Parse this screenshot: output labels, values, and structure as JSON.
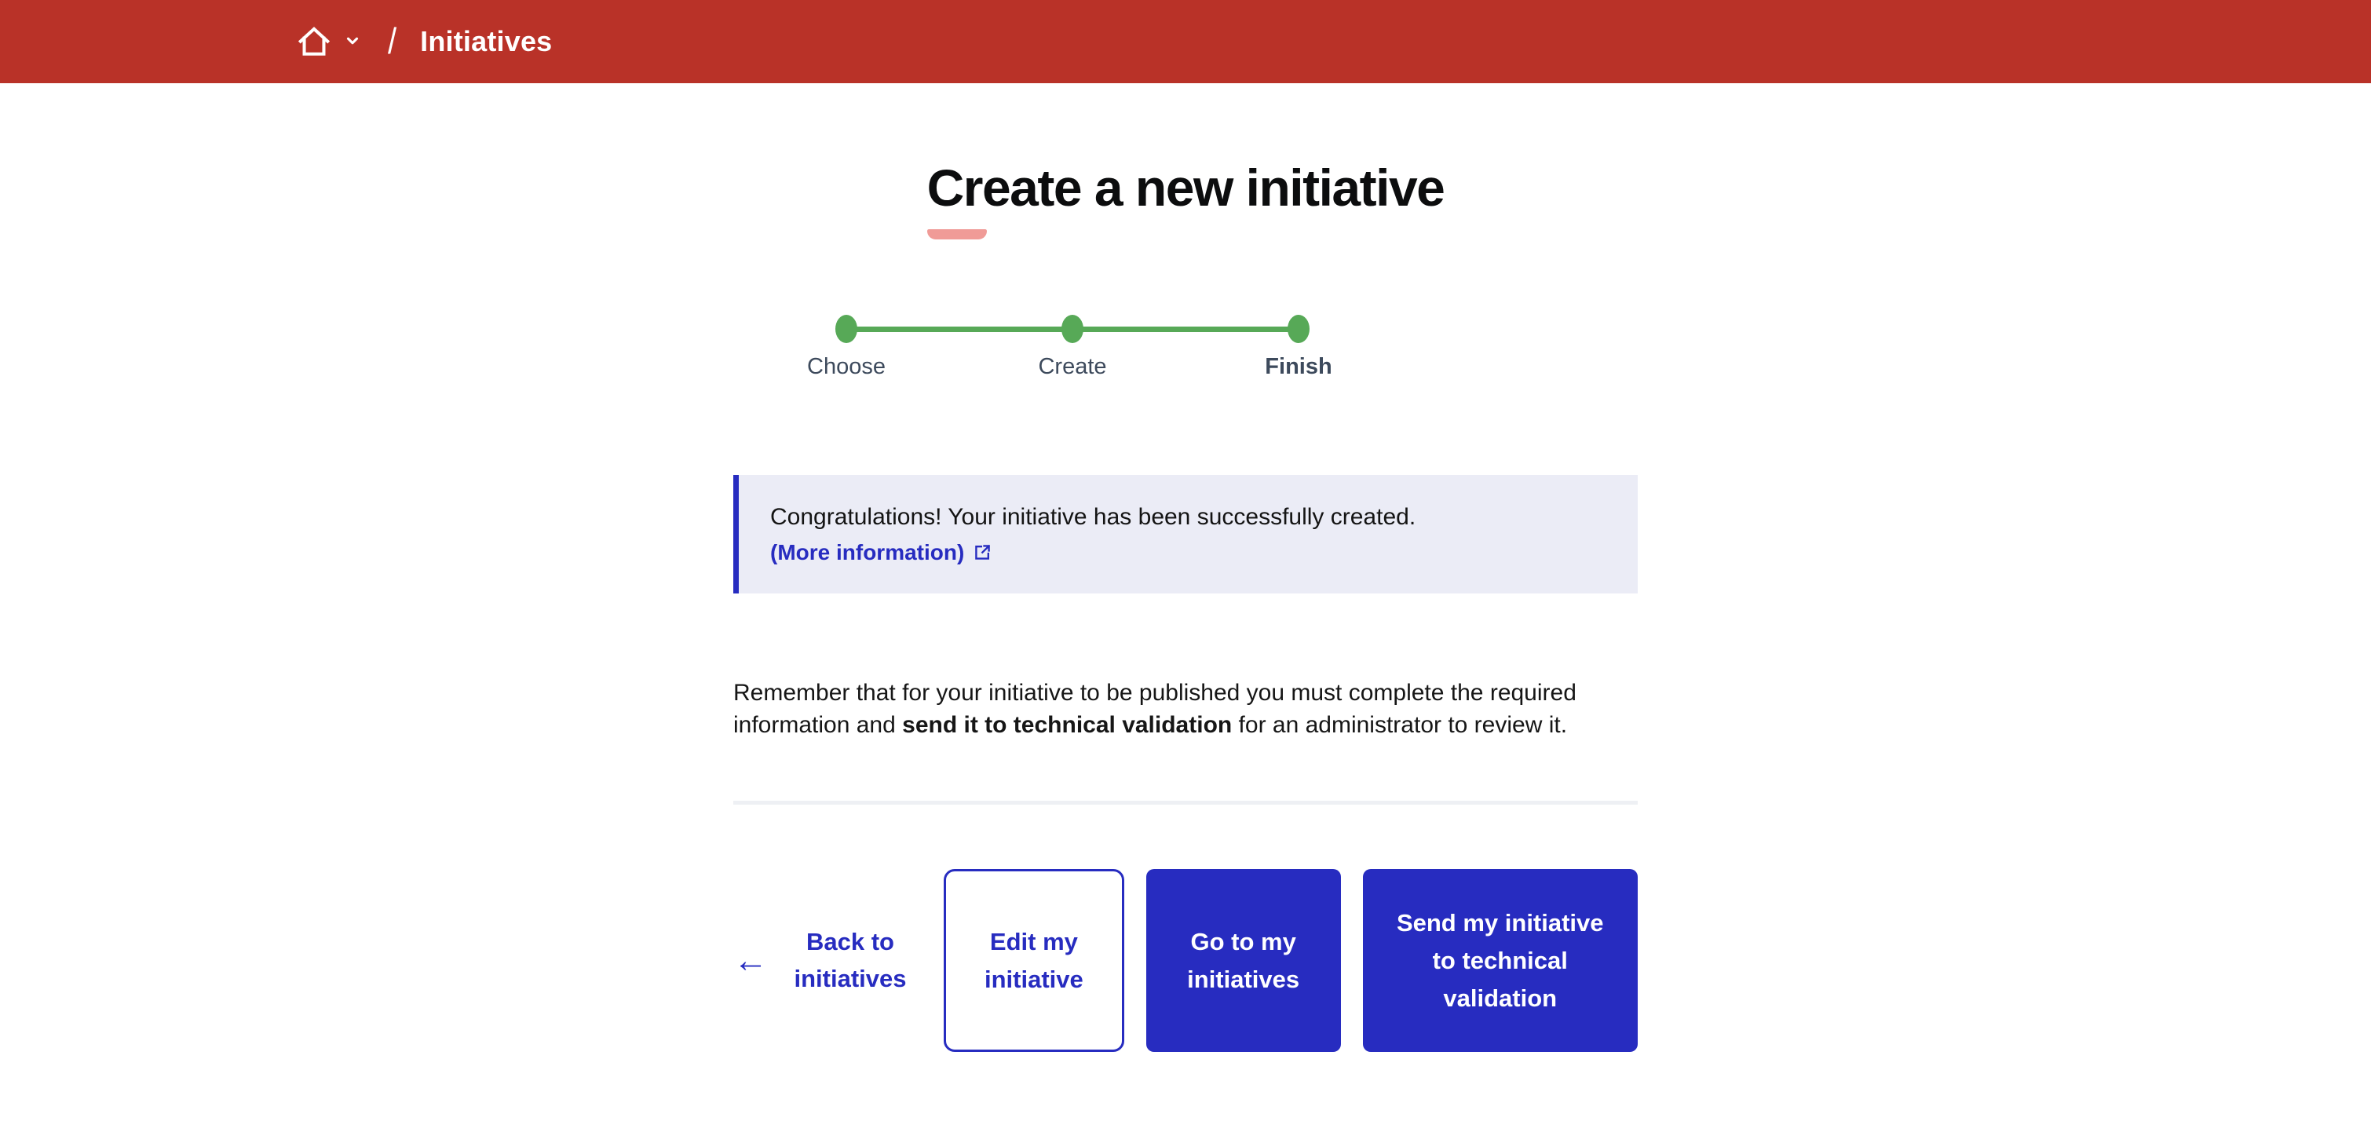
{
  "header": {
    "breadcrumb_separator": "/",
    "breadcrumb_current": "Initiatives"
  },
  "page": {
    "title": "Create a new initiative"
  },
  "stepper": {
    "steps": [
      {
        "label": "Choose",
        "state": "done"
      },
      {
        "label": "Create",
        "state": "done"
      },
      {
        "label": "Finish",
        "state": "current"
      }
    ]
  },
  "alert": {
    "message": "Congratulations! Your initiative has been successfully created.",
    "link_label": "(More information)"
  },
  "note": {
    "before_bold": "Remember that for your initiative to be published you must complete the required information and ",
    "bold": "send it to technical validation",
    "after_bold": " for an administrator to review it."
  },
  "actions": {
    "back_arrow": "←",
    "back_label": "Back to initiatives",
    "buttons": [
      {
        "label": "Edit my initiative",
        "style": "outline"
      },
      {
        "label": "Go to my initiatives",
        "style": "solid"
      },
      {
        "label": "Send my initiative to technical validation",
        "style": "solid"
      }
    ]
  },
  "colors": {
    "red": "#b93228",
    "blue": "#272cc0",
    "green": "#57a957",
    "pink": "#f09b97",
    "alert-bg": "#ebecf6",
    "slate": "#3d4a5c",
    "divider": "#eef0f4"
  }
}
